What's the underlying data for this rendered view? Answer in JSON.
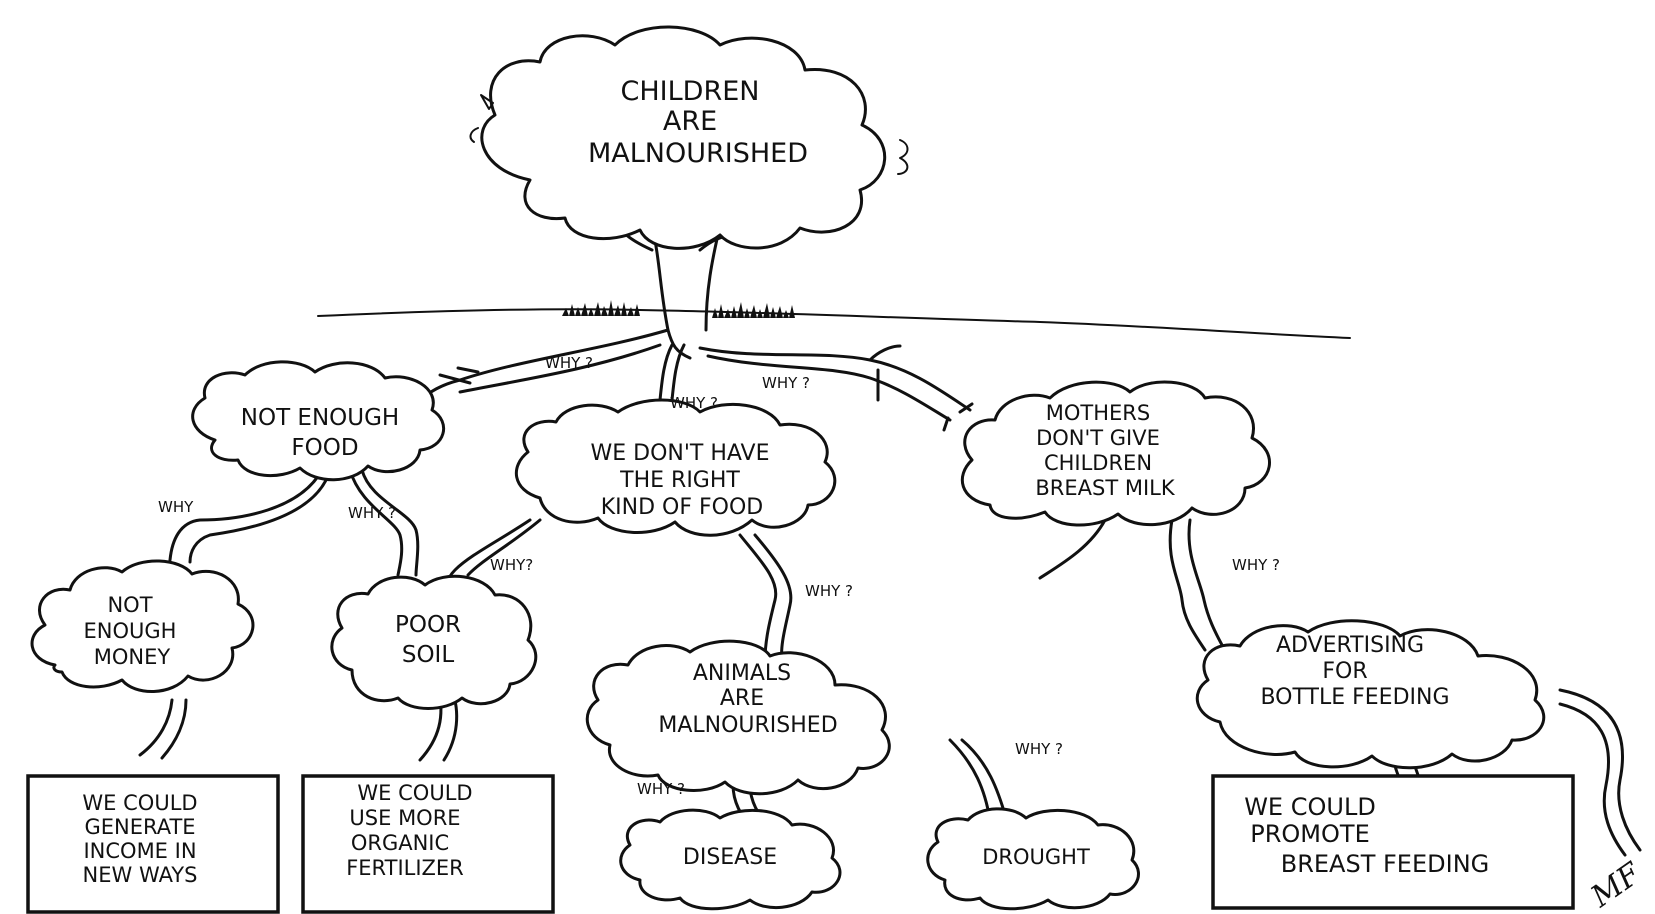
{
  "diagram": {
    "trunk": {
      "lines": [
        "CHILDREN",
        "ARE",
        "MALNOURISHED"
      ]
    },
    "why_labels": {
      "to_not_enough_food": "WHY ?",
      "to_right_food": "WHY ?",
      "to_breast_milk": "WHY ?",
      "to_money": "WHY",
      "to_soil_left": "WHY ?",
      "to_soil_right": "WHY?",
      "to_animals": "WHY ?",
      "to_disease": "WHY ?",
      "to_drought": "WHY ?",
      "to_advertising": "WHY ?"
    },
    "nodes": {
      "not_enough_food": [
        "NOT ENOUGH",
        "FOOD"
      ],
      "right_food": [
        "WE DON'T HAVE",
        "THE RIGHT",
        "KIND OF FOOD"
      ],
      "breast_milk": [
        "MOTHERS",
        "DON'T GIVE",
        "CHILDREN",
        "BREAST MILK"
      ],
      "not_enough_money": [
        "NOT",
        "ENOUGH",
        "MONEY"
      ],
      "poor_soil": [
        "POOR",
        "SOIL"
      ],
      "animals": [
        "ANIMALS",
        "ARE",
        "MALNOURISHED"
      ],
      "advertising": [
        "ADVERTISING",
        "FOR",
        "BOTTLE FEEDING"
      ],
      "disease": [
        "DISEASE"
      ],
      "drought": [
        "DROUGHT"
      ]
    },
    "solutions": {
      "income": [
        "WE COULD",
        "GENERATE",
        "INCOME IN",
        "NEW WAYS"
      ],
      "fertilizer": [
        "WE COULD",
        "USE MORE",
        "ORGANIC",
        "FERTILIZER"
      ],
      "breastfeeding": [
        "WE COULD",
        "PROMOTE",
        "BREAST FEEDING"
      ]
    },
    "signature": "MF"
  }
}
